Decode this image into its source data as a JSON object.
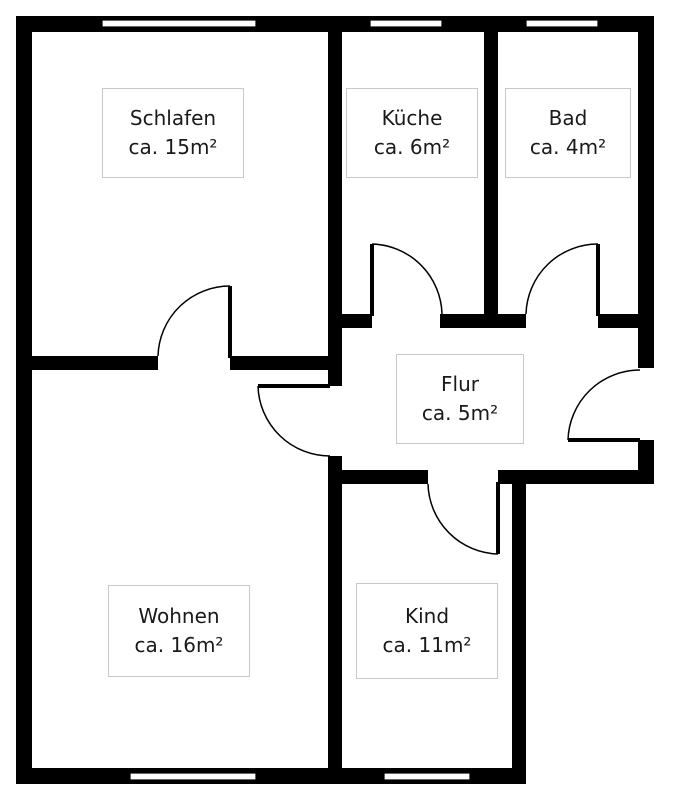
{
  "colors": {
    "wall": "#000000",
    "window": "#ffffff",
    "door_arc": "#000000",
    "label_border": "#c8c8c8",
    "text": "#1a1a1a"
  },
  "rooms": [
    {
      "id": "schlafen",
      "name": "Schlafen",
      "area": "ca. 15m²"
    },
    {
      "id": "kueche",
      "name": "Küche",
      "area": "ca. 6m²"
    },
    {
      "id": "bad",
      "name": "Bad",
      "area": "ca. 4m²"
    },
    {
      "id": "flur",
      "name": "Flur",
      "area": "ca. 5m²"
    },
    {
      "id": "wohnen",
      "name": "Wohnen",
      "area": "ca. 16m²"
    },
    {
      "id": "kind",
      "name": "Kind",
      "area": "ca. 11m²"
    }
  ]
}
